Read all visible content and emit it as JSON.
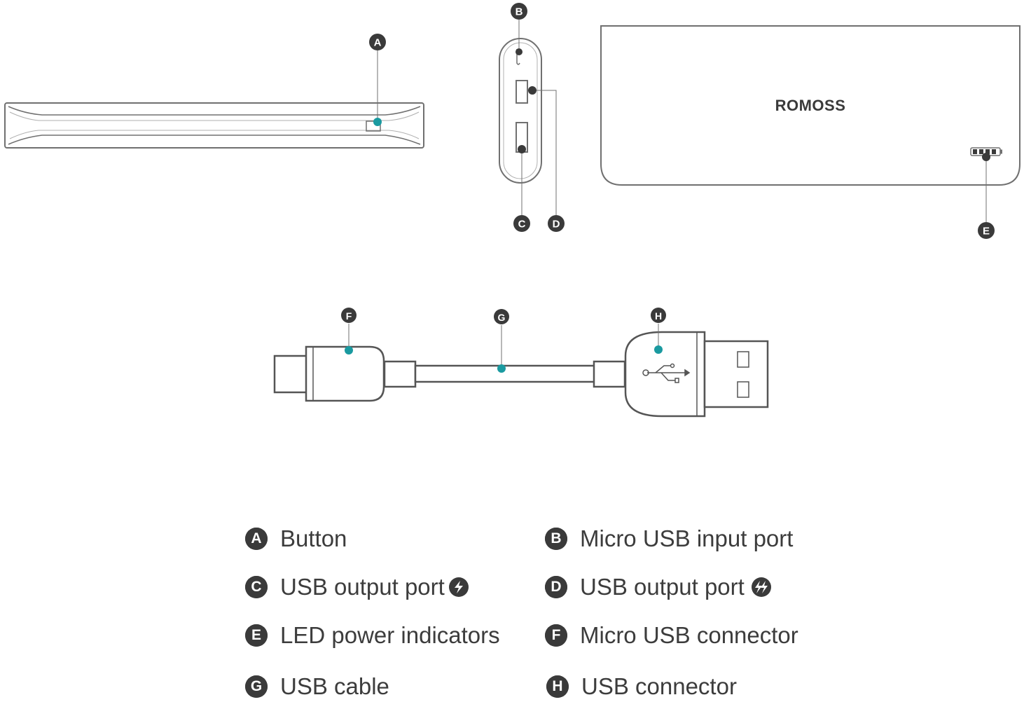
{
  "brand": {
    "logo_text": "ROMOSS"
  },
  "colors": {
    "accent": "#1a9aa0",
    "ink": "#3a3a3a",
    "outline": "#707070"
  },
  "callouts": [
    {
      "letter": "A",
      "part": "button"
    },
    {
      "letter": "B",
      "part": "micro-usb-input-port"
    },
    {
      "letter": "C",
      "part": "usb-output-port-1"
    },
    {
      "letter": "D",
      "part": "usb-output-port-2"
    },
    {
      "letter": "E",
      "part": "led-power-indicators"
    },
    {
      "letter": "F",
      "part": "micro-usb-connector"
    },
    {
      "letter": "G",
      "part": "usb-cable"
    },
    {
      "letter": "H",
      "part": "usb-connector"
    }
  ],
  "legend": [
    {
      "letter": "A",
      "label": "Button",
      "icon": null
    },
    {
      "letter": "B",
      "label": "Micro USB input port",
      "icon": null
    },
    {
      "letter": "C",
      "label": "USB output port",
      "icon": "lightning-icon"
    },
    {
      "letter": "D",
      "label": "USB output port",
      "icon": "double-lightning-icon"
    },
    {
      "letter": "E",
      "label": "LED power indicators",
      "icon": null
    },
    {
      "letter": "F",
      "label": "Micro USB connector",
      "icon": null
    },
    {
      "letter": "G",
      "label": "USB cable",
      "icon": null
    },
    {
      "letter": "H",
      "label": "USB connector",
      "icon": null
    }
  ]
}
